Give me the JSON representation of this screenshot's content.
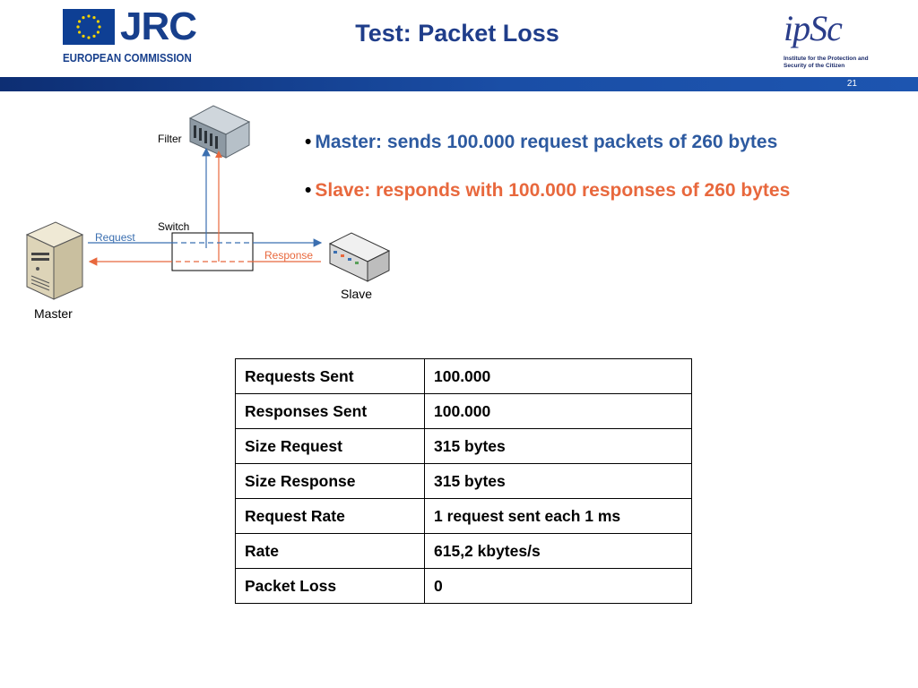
{
  "header": {
    "org_short": "JRC",
    "org_long": "EUROPEAN COMMISSION",
    "institute_logo": "ipSc",
    "institute_subtitle": "Institute for the Protection and Security of the Citizen",
    "title": "Test: Packet Loss",
    "slide_number": "21"
  },
  "diagram": {
    "filter_label": "Filter",
    "switch_label": "Switch",
    "master_label": "Master",
    "slave_label": "Slave",
    "request_label": "Request",
    "response_label": "Response",
    "colors": {
      "request": "#3b6fb0",
      "response": "#e8683d"
    }
  },
  "bullets": [
    {
      "text": "Master: sends 100.000 request packets of 260 bytes",
      "color": "#2d5aa0"
    },
    {
      "text": "Slave: responds with 100.000 responses of 260 bytes",
      "color": "#e8683d"
    }
  ],
  "table": {
    "rows": [
      {
        "label": "Requests Sent",
        "value": "100.000"
      },
      {
        "label": "Responses Sent",
        "value": "100.000"
      },
      {
        "label": "Size Request",
        "value": "315 bytes"
      },
      {
        "label": "Size Response",
        "value": "315 bytes"
      },
      {
        "label": "Request Rate",
        "value": "1 request sent each 1 ms"
      },
      {
        "label": "Rate",
        "value": "615,2 kbytes/s"
      },
      {
        "label": "Packet Loss",
        "value": "0"
      }
    ]
  }
}
